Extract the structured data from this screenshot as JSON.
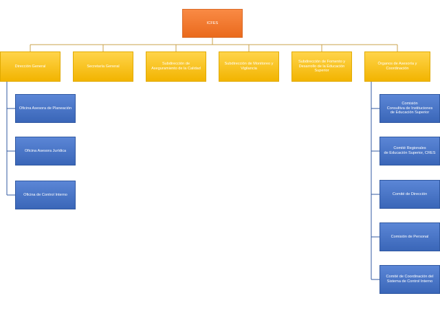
{
  "root": {
    "label": "ICFES"
  },
  "level1": [
    {
      "label": "Dirección General"
    },
    {
      "label": "Secretaría  General"
    },
    {
      "label": "Subdirección de Aseguramiento de la Calidad"
    },
    {
      "label": "Subdirección de Monitoreo y Vigilancia"
    },
    {
      "label": "Subdirección de Fomento y Desarrollo de la Educación Superior"
    },
    {
      "label": "Órganos de Asesoría y Coordinación"
    }
  ],
  "direccion_children": [
    {
      "label": "Oficina Asesora de Planeación"
    },
    {
      "label": "Oficina Asesora Jurídica"
    },
    {
      "label": "Oficina de Control Interno"
    }
  ],
  "organos_children": [
    {
      "label": "Comisión\nConsultiva de Instituciones\nde Educación Superior"
    },
    {
      "label": "Comité Regionales\nde Educación Superior, CRES"
    },
    {
      "label": "Comité de Dirección"
    },
    {
      "label": "Comisión de Personal"
    },
    {
      "label": "Comité de Coordinación del\nSistema de Control Interno"
    }
  ]
}
